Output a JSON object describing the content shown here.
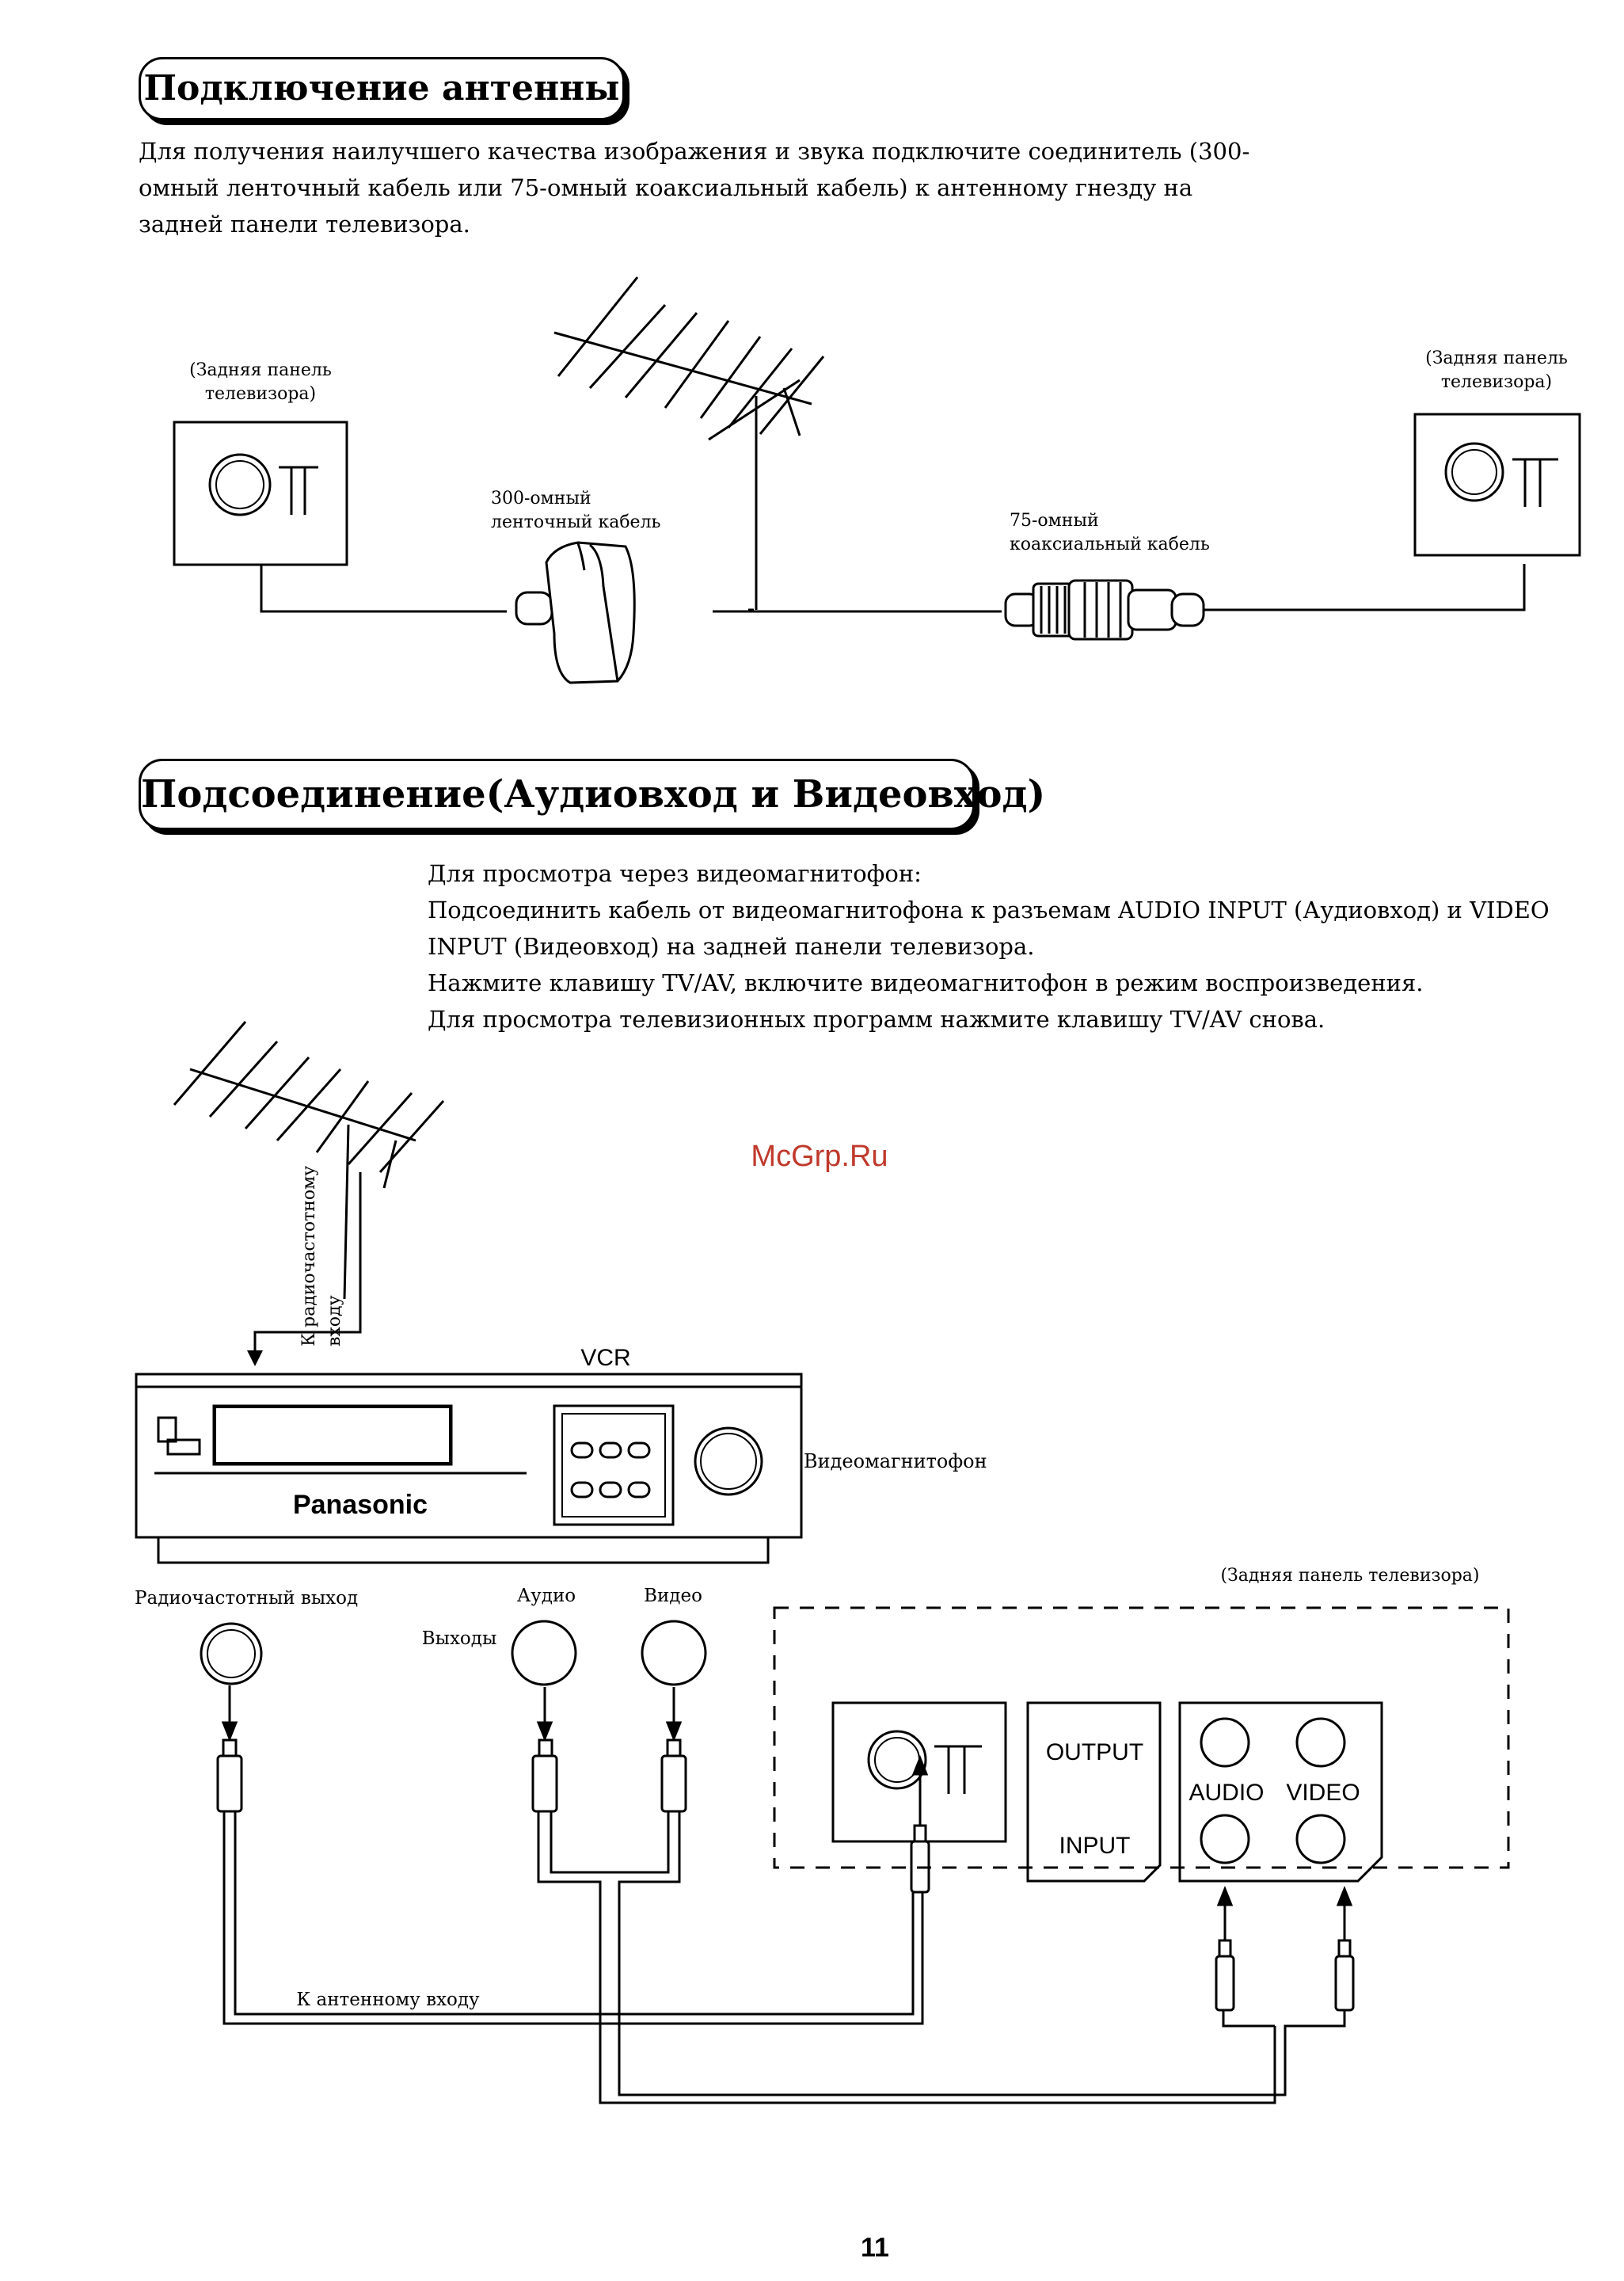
{
  "section1": {
    "heading": "Подключение антенны",
    "text": "Для получения наилучшего качества изображения и звука подключите соединитель (300-омный ленточный кабель или 75-омный коаксиальный кабель) к антенному гнезду на задней панели телевизора.",
    "left_panel_label_1": "(Задняя панель",
    "left_panel_label_2": "телевизора)",
    "right_panel_label_1": "(Задняя панель",
    "right_panel_label_2": "телевизора)",
    "cable300_label_1": "300-омный",
    "cable300_label_2": "ленточный кабель",
    "cable75_label_1": "75-омный",
    "cable75_label_2": "коаксиальный кабель"
  },
  "section2": {
    "heading": "Подсоединение(Аудиовход и Видеовход)",
    "lines": [
      "Для просмотра через видеомагнитофон:",
      "Подсоединить кабель от видеомагнитофона к разъемам AUDIO INPUT (Аудиовход) и VIDEO",
      "INPUT (Видеовход) на задней панели телевизора.",
      "Нажмите клавишу TV/AV, включите видеомагнитофон в режим воспроизведения.",
      "Для просмотра телевизионных программ нажмите клавишу TV/AV снова."
    ],
    "rf_input_label_1": "К радиочастотному",
    "rf_input_label_2": "входу",
    "vcr_label": "VCR",
    "vcr_brand": "Panasonic",
    "vcr_caption": "Видеомагнитофон",
    "rf_out_label": "Радиочастотный выход",
    "audio_label": "Аудио",
    "video_label": "Видео",
    "outputs_label": "Выходы",
    "tv_back_label": "(Задняя панель телевизора)",
    "output_text": "OUTPUT",
    "input_text": "INPUT",
    "audio_text": "AUDIO",
    "video_text": "VIDEO",
    "antenna_in_label": "К антенному входу"
  },
  "watermark": "McGrp.Ru",
  "page_number": "11"
}
